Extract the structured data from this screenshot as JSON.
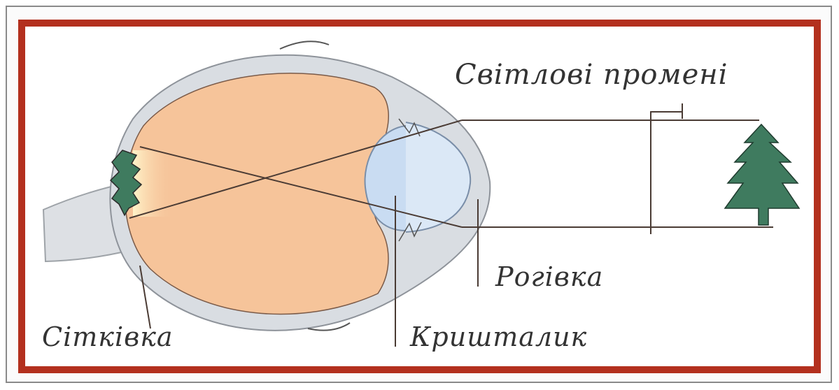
{
  "labels": {
    "light_rays": "Світлові промені",
    "cornea": "Рогівка",
    "retina": "Сітківка",
    "lens": "Кришталик"
  },
  "colors": {
    "frame": "#b3301e",
    "vitreous": "#f6c49a",
    "sclera": "#d9dde2",
    "lens": "#c9dcf2",
    "tree": "#3f7b5f",
    "line": "#4a3b34"
  }
}
